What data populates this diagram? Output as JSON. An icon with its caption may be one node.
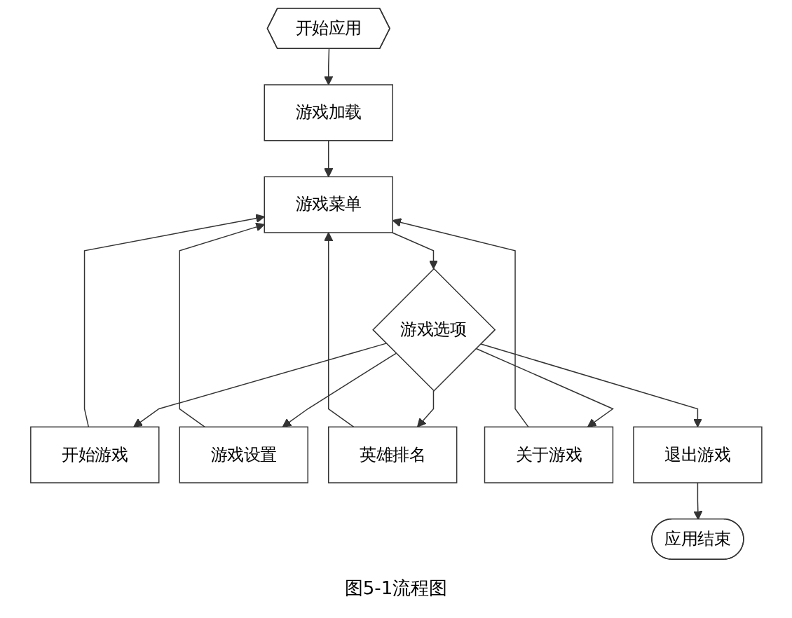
{
  "diagram": {
    "caption": "图5-1流程图",
    "nodes": [
      {
        "text": [
          "开始应用"
        ]
      },
      {
        "text": [
          "游戏加载"
        ]
      },
      {
        "text": [
          "游戏菜单"
        ]
      },
      {
        "text": [
          "游戏选项"
        ]
      },
      {
        "text": [
          "开始游戏"
        ]
      },
      {
        "text": [
          "游戏设置"
        ]
      },
      {
        "text": [
          "英雄排名"
        ]
      },
      {
        "text": [
          "关于游戏"
        ]
      },
      {
        "text": [
          "退出游戏"
        ]
      },
      {
        "text": [
          "应用结束"
        ]
      }
    ],
    "edges": [
      {
        "from": 0,
        "to": 1,
        "arrow": "to"
      },
      {
        "from": 1,
        "to": 2,
        "arrow": "to"
      },
      {
        "from": 2,
        "to": 3,
        "arrow": "to"
      },
      {
        "from": 3,
        "to": 4,
        "arrow": "to"
      },
      {
        "from": 3,
        "to": 5,
        "arrow": "to"
      },
      {
        "from": 3,
        "to": 6,
        "arrow": "to"
      },
      {
        "from": 3,
        "to": 7,
        "arrow": "to"
      },
      {
        "from": 3,
        "to": 8,
        "arrow": "to"
      },
      {
        "from": 4,
        "to": 2,
        "arrow": "to"
      },
      {
        "from": 5,
        "to": 2,
        "arrow": "to"
      },
      {
        "from": 6,
        "to": 2,
        "arrow": "to"
      },
      {
        "from": 7,
        "to": 2,
        "arrow": "to"
      },
      {
        "from": 8,
        "to": 9,
        "arrow": "to"
      }
    ]
  }
}
